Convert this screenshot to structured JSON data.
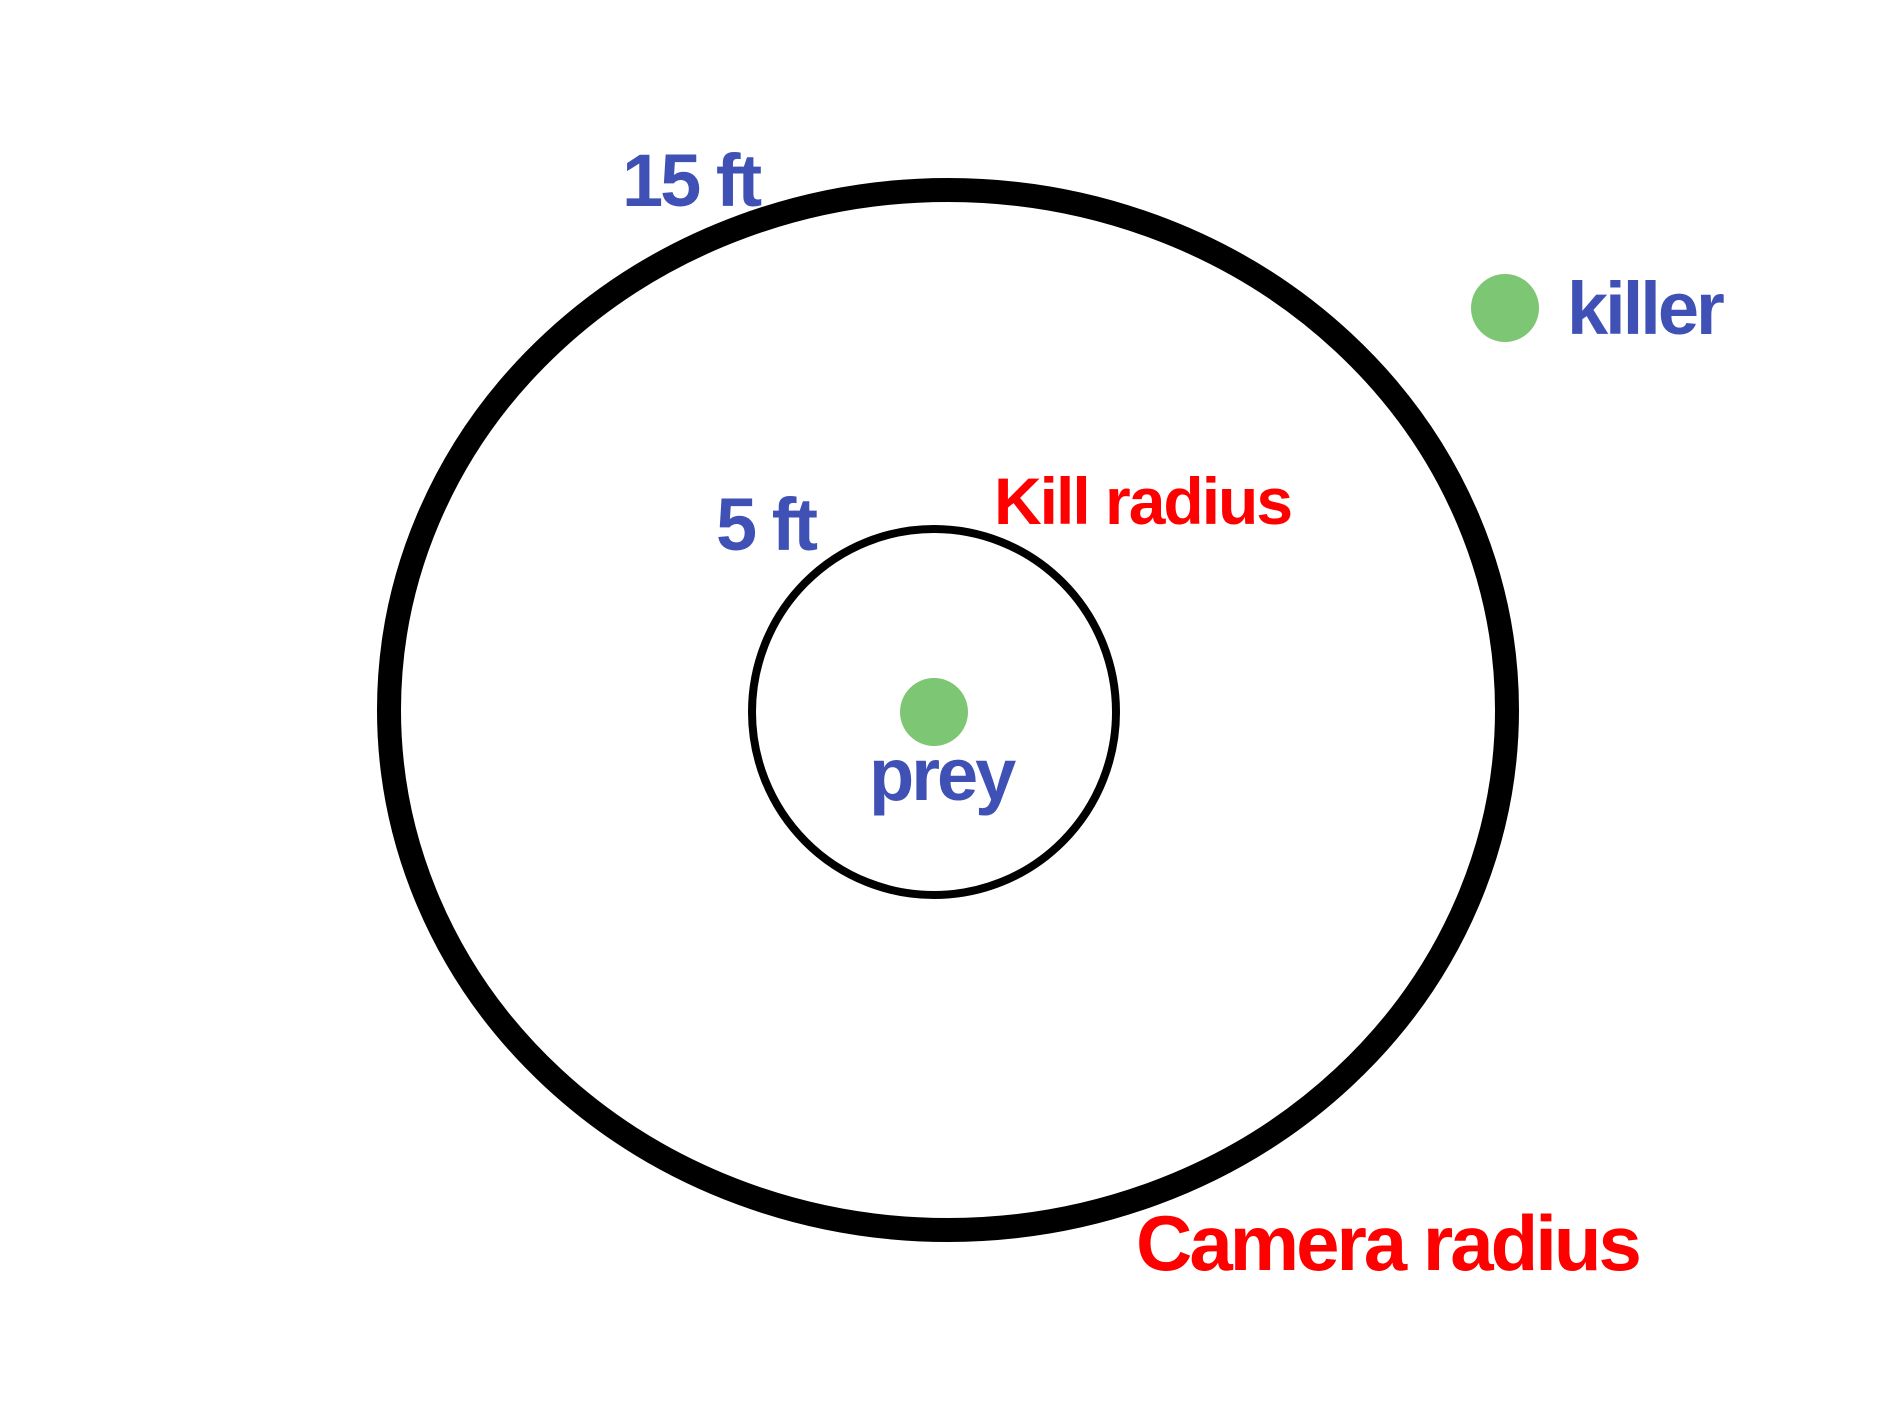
{
  "labels": {
    "outer_distance": "15 ft",
    "inner_distance": "5 ft",
    "kill_radius": "Kill radius",
    "camera_radius": "Camera radius",
    "prey": "prey",
    "killer": "killer"
  },
  "colors": {
    "label_blue": "#3f51b5",
    "label_red": "#ff0000",
    "dot_green": "#7dc674",
    "circle_stroke": "#000000",
    "background": "#ffffff"
  }
}
